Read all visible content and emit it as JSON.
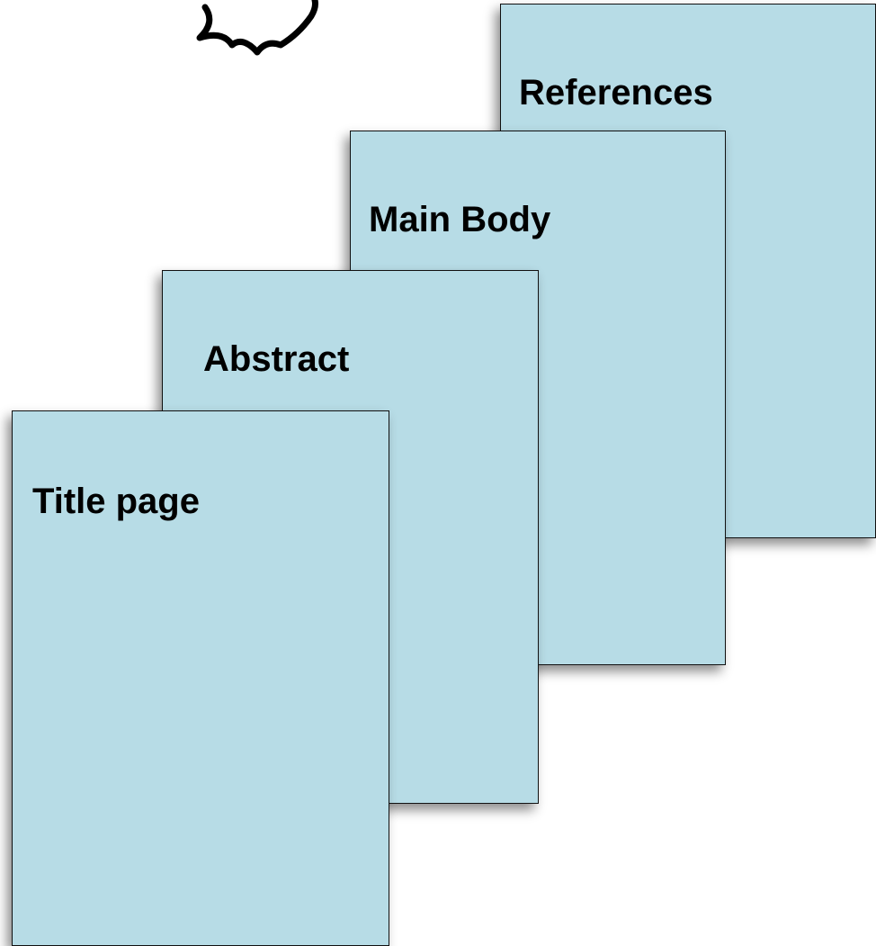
{
  "diagram": {
    "sheet_fill": "#b7dce6",
    "sheet_border": "#111111",
    "sheets": [
      {
        "id": "references",
        "label": "References"
      },
      {
        "id": "main_body",
        "label": "Main Body"
      },
      {
        "id": "abstract",
        "label": "Abstract"
      },
      {
        "id": "title_page",
        "label": "Title page"
      }
    ]
  }
}
